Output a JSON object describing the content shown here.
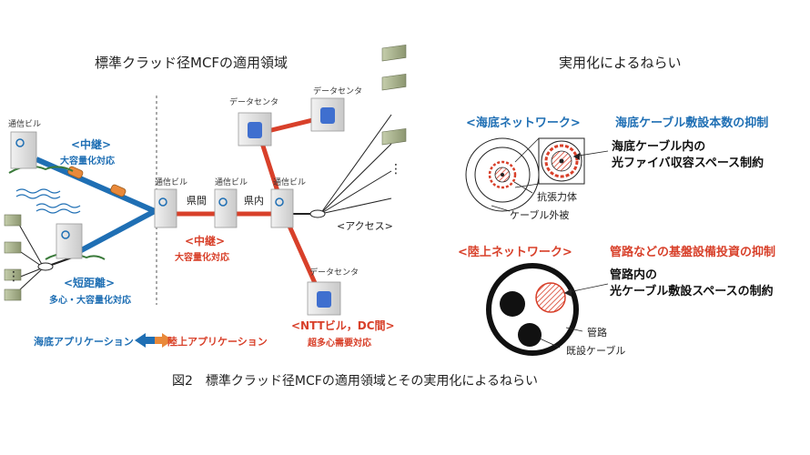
{
  "left": {
    "title": "標準クラッド径MCFの適用領域",
    "labels": {
      "tsushin_biru_1": "通信ビル",
      "tsushin_biru_2": "通信ビル",
      "tsushin_biru_3": "通信ビル",
      "tsushin_biru_4": "通信ビル",
      "data_center_1": "データセンタ",
      "data_center_2": "データセンタ",
      "data_center_3": "データセンタ",
      "kenkan": "県間",
      "kennai": "県内",
      "access": "<アクセス>"
    },
    "sea": {
      "chukei": "<中継>",
      "chukei_sub": "大容量化対応",
      "tankyori": "<短距離>",
      "tankyori_sub": "多心・大容量化対応",
      "app": "海底アプリケーション"
    },
    "land": {
      "chukei": "<中継>",
      "chukei_sub": "大容量化対応",
      "ntt_dc": "<NTTビル，DC間>",
      "ntt_dc_sub": "超多心需要対応",
      "app": "陸上アプリケーション"
    },
    "dots": "⋮"
  },
  "right": {
    "title": "実用化によるねらい",
    "submarine": {
      "heading": "<海底ネットワーク>",
      "goal": "海底ケーブル敷設本数の抑制",
      "constraint_1": "海底ケーブル内の",
      "constraint_2": "光ファイバ収容スペース制約",
      "label_tensile": "抗張力体",
      "label_sheath": "ケーブル外被"
    },
    "land": {
      "heading": "<陸上ネットワーク>",
      "goal": "管路などの基盤設備投資の抑制",
      "constraint_1": "管路内の",
      "constraint_2": "光ケーブル敷設スペースの制約",
      "label_conduit": "管路",
      "label_existing": "既設ケーブル"
    }
  },
  "caption": "図2　標準クラッド径MCFの適用領域とその実用化によるねらい",
  "colors": {
    "blue": "#1f6fb4",
    "red": "#d8402a",
    "orange": "#e9893a",
    "server_green": "#a9b48c",
    "building_gray": "#d9d9d9"
  },
  "icons": [
    "building-icon",
    "server-icon",
    "datacenter-icon",
    "wave-icon",
    "splitter-icon",
    "arrow-icon"
  ]
}
